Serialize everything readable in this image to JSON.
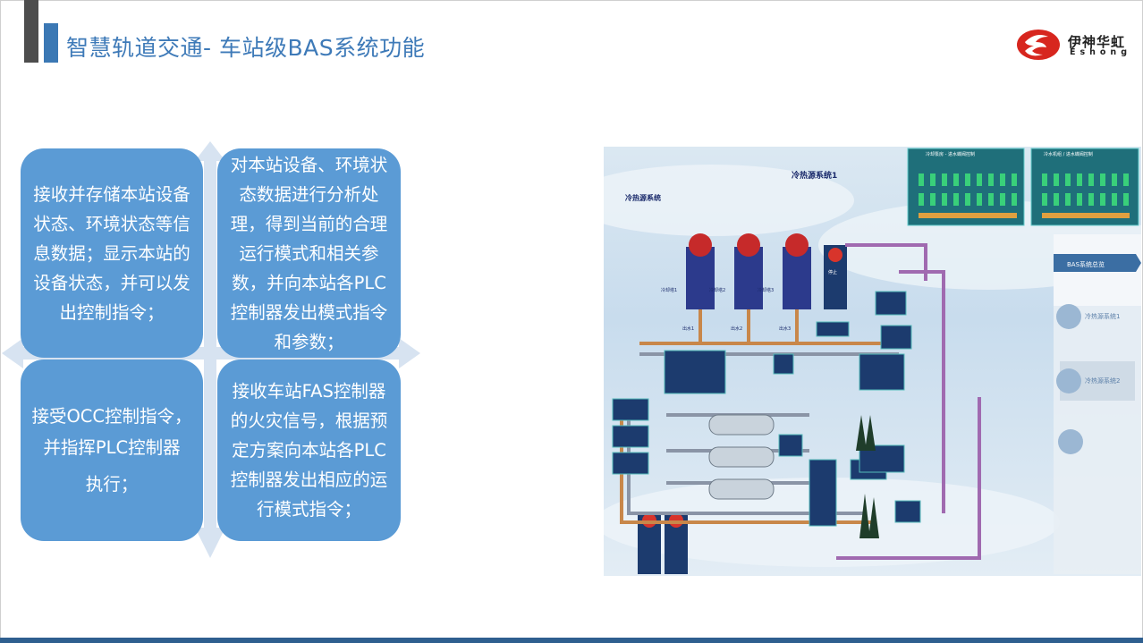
{
  "header": {
    "title": "智慧轨道交通- 车站级BAS系统功能",
    "logo_cn": "伊神华虹",
    "logo_en": "Eshong"
  },
  "quadrants": {
    "q1": "接收并存储本站设备状态、环境状态等信息数据；显示本站的设备状态，并可以发出控制指令；",
    "q2": "对本站设备、环境状态数据进行分析处理，得到当前的合理运行模式和相关参数，并向本站各PLC控制器发出模式指令和参数；",
    "q3_line1": "接受OCC控制指令，",
    "q3_line2": "并指挥PLC控制器",
    "q3_line3": "执行；",
    "q4": "接收车站FAS控制器的火灾信号，根据预定方案向本站各PLC控制器发出相应的运行模式指令；"
  },
  "scada": {
    "title": "冷热源系统1",
    "subtitle": "冷热源系统",
    "panel1_title": "冷却泵房 - 进水蝶阀控制",
    "panel2_title": "冷水机组 / 进水蝶阀控制",
    "side_nav_title": "BAS系统总览",
    "side_nav_items": [
      "冷热源系统1",
      "冷热源系统2"
    ],
    "towers": [
      "冷却塔1",
      "冷却塔2",
      "冷却塔3"
    ],
    "outlets": [
      "出水1",
      "出水2",
      "出水3"
    ],
    "stop_label": "停止",
    "colors": {
      "accent": "#5b9bd5",
      "title": "#3e7ab8",
      "pipe_orange": "#c8874a",
      "pipe_purple": "#a06ab0"
    }
  }
}
